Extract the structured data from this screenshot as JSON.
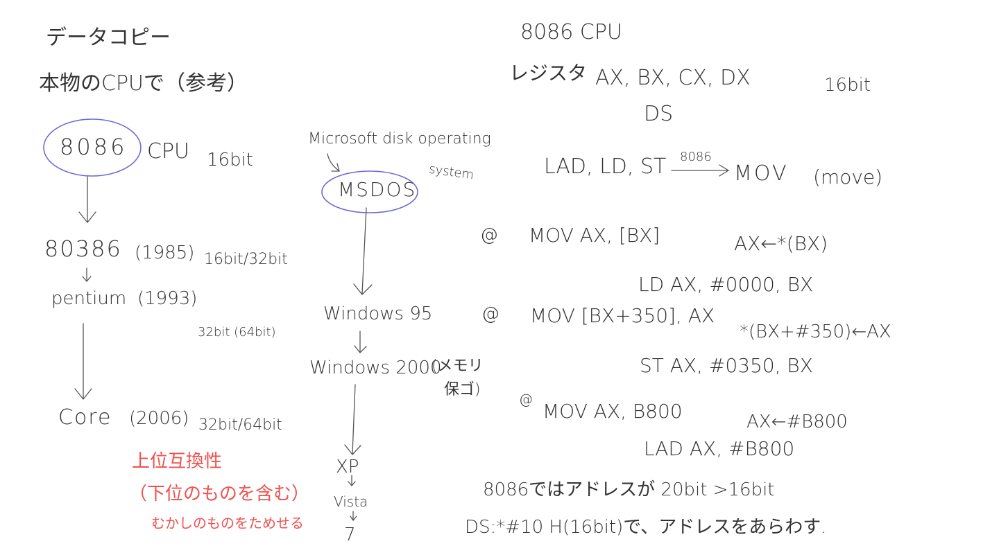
{
  "colors": {
    "ink": "#333333",
    "circle": "#6b6bd6",
    "note": "#f0504f"
  },
  "left": {
    "title": "データコピー",
    "subtitle": "本物のCPUで（参考）",
    "cpu8086": "8086",
    "cpu_label": "CPU",
    "bits_8086": "16bit",
    "cpu80386": "80386",
    "year_80386": "(1985)",
    "bits_80386": "16bit/32bit",
    "pentium": "pentium",
    "year_pentium": "(1993)",
    "bits_pentium": "32bit (64bit)",
    "core": "Core",
    "year_core": "(2006)",
    "bits_core": "32bit/64bit",
    "note1": "上位互換性",
    "note2": "（下位のものを含む）",
    "note3": "むかしのものをためせる"
  },
  "middle": {
    "msdos_caption_1": "Microsoft disk operating",
    "msdos_caption_2": "system",
    "msdos": "MSDOS",
    "win95": "Windows 95",
    "win2000": "Windows 2000",
    "win2000_note1": "(メモリ",
    "win2000_note2": "保ゴ)",
    "xp": "XP",
    "vista": "Vista",
    "seven": "7"
  },
  "right": {
    "title": "8086 CPU",
    "registers_label": "レジスタ",
    "registers": "AX, BX, CX, DX",
    "registers_bits": "16bit",
    "ds": "DS",
    "ops": "LAD, LD, ST",
    "arrow_label": "8086",
    "mov": "MOV",
    "mov_note": "(move)",
    "ex1_mark": "@",
    "ex1": "MOV AX, [BX]",
    "ex1_meaning": "AX←*(BX)",
    "ex1_equiv": "LD AX, #0000, BX",
    "ex2_mark": "@",
    "ex2": "MOV [BX+350], AX",
    "ex2_meaning": "*(BX+#350)←AX",
    "ex2_equiv": "ST AX, #0350, BX",
    "ex3_mark": "@",
    "ex3": "MOV AX, B800",
    "ex3_meaning": "AX←#B800",
    "ex3_equiv": "LAD AX, #B800",
    "addr_line": "8086ではアドレスが 20bit >16bit",
    "ds_line": "DS:*#10 H(16bit)で、アドレスをあらわす."
  }
}
